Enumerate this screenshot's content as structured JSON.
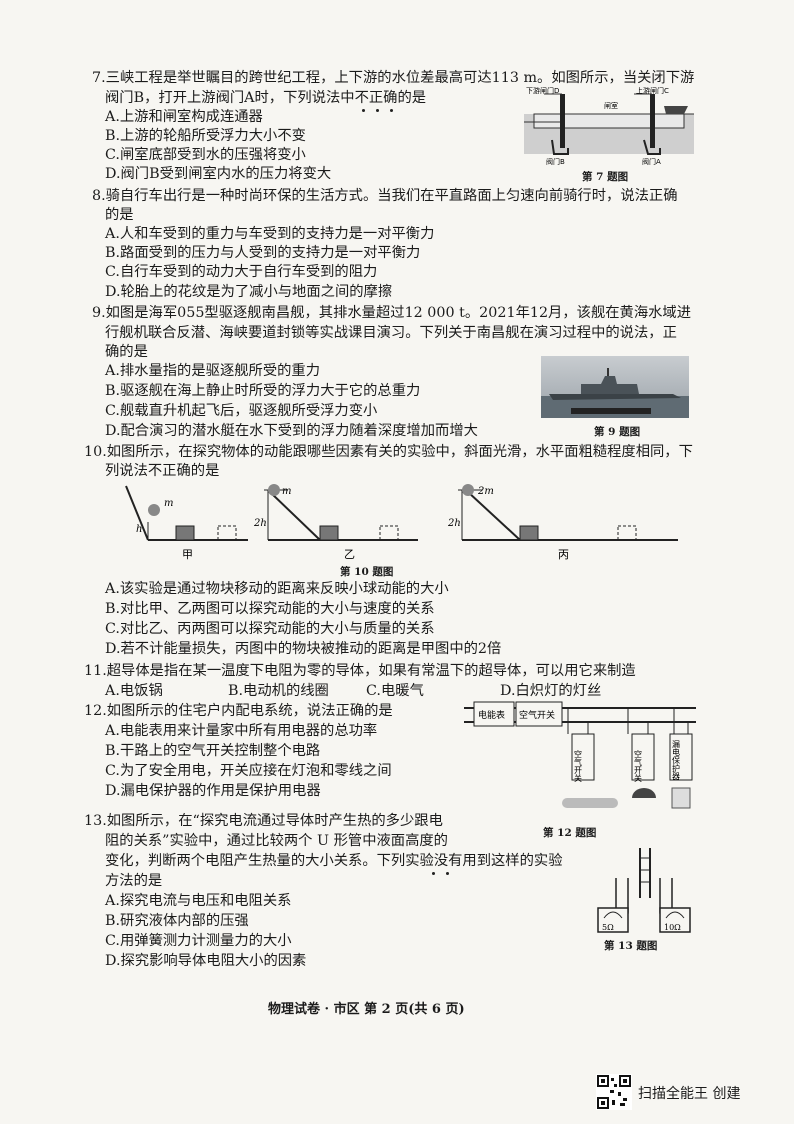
{
  "q7": {
    "stem": [
      "7.三峡工程是举世瞩目的跨世纪工程，上下游的水位差最高可达113 m。如图所示，当关闭下游",
      "阀门B，打开上游阀门A时，下列说法中不正确的是"
    ],
    "options": [
      "A.上游和闸室构成连通器",
      "B.上游的轮船所受浮力大小不变",
      "C.闸室底部受到水的压强将变小",
      "D.阀门B受到闸室内水的压力将变大"
    ],
    "figure": {
      "caption": "第 7 题图",
      "label_valve_d": "下游闸门D",
      "label_valve_c": "上游闸门C",
      "label_chamber": "闸室",
      "label_valve_b": "阀门B",
      "label_valve_a": "阀门A"
    }
  },
  "q8": {
    "stem": [
      "8.骑自行车出行是一种时尚环保的生活方式。当我们在平直路面上匀速向前骑行时，说法正确",
      "的是"
    ],
    "options": [
      "A.人和车受到的重力与车受到的支持力是一对平衡力",
      "B.路面受到的压力与人受到的支持力是一对平衡力",
      "C.自行车受到的动力大于自行车受到的阻力",
      "D.轮胎上的花纹是为了减小与地面之间的摩擦"
    ]
  },
  "q9": {
    "stem": [
      "9.如图是海军055型驱逐舰南昌舰，其排水量超过12 000 t。2021年12月，该舰在黄海水域进",
      "行舰机联合反潜、海峡要道封锁等实战课目演习。下列关于南昌舰在演习过程中的说法，正",
      "确的是"
    ],
    "options": [
      "A.排水量指的是驱逐舰所受的重力",
      "B.驱逐舰在海上静止时所受的浮力大于它的总重力",
      "C.舰载直升机起飞后，驱逐舰所受浮力变小",
      "D.配合演习的潜水艇在水下受到的浮力随着深度增加而增大"
    ],
    "figure": {
      "caption": "第 9 题图"
    }
  },
  "q10": {
    "stem": [
      "10.如图所示，在探究物体的动能跟哪些因素有关的实验中，斜面光滑，水平面粗糙程度相同，下",
      "列说法不正确的是"
    ],
    "figure": {
      "caption": "第 10 题图",
      "panel_labels": [
        "甲",
        "乙",
        "丙"
      ],
      "mass_labels": [
        "m",
        "m",
        "2m"
      ],
      "height_labels": [
        "h",
        "2h",
        "2h"
      ]
    },
    "options": [
      "A.该实验是通过物块移动的距离来反映小球动能的大小",
      "B.对比甲、乙两图可以探究动能的大小与速度的关系",
      "C.对比乙、丙两图可以探究动能的大小与质量的关系",
      "D.若不计能量损失，丙图中的物块被推动的距离是甲图中的2倍"
    ]
  },
  "q11": {
    "stem": [
      "11.超导体是指在某一温度下电阻为零的导体，如果有常温下的超导体，可以用它来制造"
    ],
    "options": [
      "A.电饭锅",
      "B.电动机的线圈",
      "C.电暖气",
      "D.白炽灯的灯丝"
    ]
  },
  "q12": {
    "stem": [
      "12.如图所示的住宅户内配电系统，说法正确的是"
    ],
    "options": [
      "A.电能表用来计量家中所有用电器的总功率",
      "B.干路上的空气开关控制整个电路",
      "C.为了安全用电，开关应接在灯泡和零线之间",
      "D.漏电保护器的作用是保护用电器"
    ],
    "figure": {
      "caption": "第 12 题图",
      "meter": "电能表",
      "main_switch": "空气开关",
      "branch1": "空气开关",
      "branch2": "空气开关",
      "branch3": "漏电保护器"
    }
  },
  "q13": {
    "stem": [
      "13.如图所示，在“探究电流通过导体时产生热的多少跟电",
      "阻的关系”实验中，通过比较两个 U 形管中液面高度的",
      "变化，判断两个电阻产生热量的大小关系。下列实验没有用到这样的实验",
      "方法的是"
    ],
    "options": [
      "A.探究电流与电压和电阻关系",
      "B.研究液体内部的压强",
      "C.用弹簧测力计测量力的大小",
      "D.探究影响导体电阻大小的因素"
    ],
    "figure": {
      "caption": "第 13 题图",
      "r1": "5Ω",
      "r2": "10Ω"
    }
  },
  "footer": "物理试卷 · 市区   第 2 页(共 6 页)",
  "watermark": "扫描全能王  创建"
}
